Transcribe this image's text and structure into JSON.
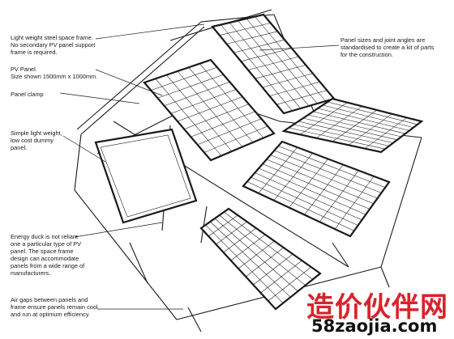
{
  "annotations": [
    {
      "id": "space-frame",
      "lines": [
        "Light weight steel space frame.",
        "No secondary PV panel support",
        "frame is required."
      ]
    },
    {
      "id": "pv-panel",
      "lines": [
        "PV Panel.",
        "Size shown 1500mm x 1000mm."
      ]
    },
    {
      "id": "panel-clamp",
      "lines": [
        "Panel clamp"
      ]
    },
    {
      "id": "dummy-panel",
      "lines": [
        "Simple light weight,",
        "low cost dummy",
        "panel."
      ]
    },
    {
      "id": "energy-duck",
      "lines": [
        "Energy duck is not reliant",
        "one a particular type of PV",
        "panel. The space frame",
        "design can accommodate",
        "panels from a wide range of",
        "manufacturers."
      ]
    },
    {
      "id": "air-gaps",
      "lines": [
        "Air gaps between panels and",
        "frame ensure panels remain cool",
        "and run at optimum efficiency."
      ]
    },
    {
      "id": "panel-sizes",
      "lines": [
        "Panel sizes and joint angles are",
        "standardised to create a kit of parts",
        "for the construction."
      ]
    }
  ],
  "watermark": {
    "main": "造价伙伴网",
    "url": "58zaojia.com"
  },
  "colors": {
    "line": "#1a1a1a",
    "watermark_red": "#d9232b",
    "watermark_black": "#111111"
  }
}
